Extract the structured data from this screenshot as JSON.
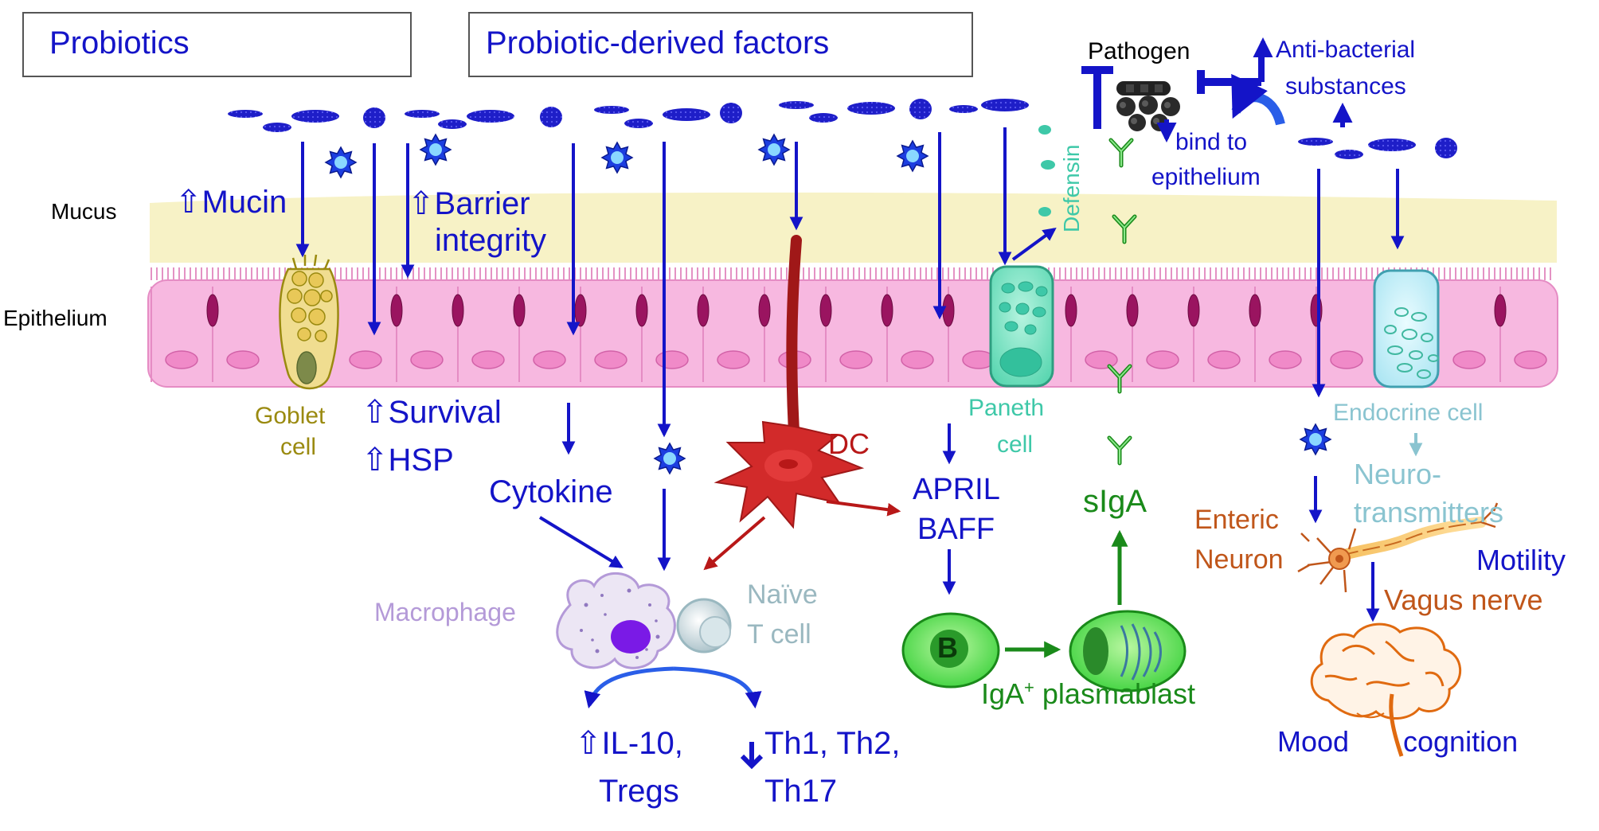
{
  "colors": {
    "blue": "#1414c8",
    "red": "#b81818",
    "green": "#1a8a1a",
    "teal": "#3ec8a8",
    "lightblue": "#8ac4d0",
    "olive": "#9a8a10",
    "orange": "#c0561a",
    "purple": "#b49ad8",
    "gray": "#9ab8c0",
    "mucus": "#f7f2c6",
    "epithelium": "#f7b8e0"
  },
  "legend": {
    "probiotics": "Probiotics",
    "factors": "Probiotic-derived factors"
  },
  "layers": {
    "mucus": "Mucus",
    "epithelium": "Epithelium"
  },
  "effects": {
    "mucin": "⇧Mucin",
    "barrier_1": "⇧Barrier",
    "barrier_2": "integrity",
    "survival": "⇧Survival",
    "hsp": "⇧HSP",
    "cytokine": "Cytokine",
    "il10_1": "⇧IL-10,",
    "il10_2": "Tregs",
    "th_1": "Th1, Th2,",
    "th_2": "Th17",
    "april": "APRIL",
    "baff": "BAFF",
    "siga": "sIgA",
    "plasmablast_pre": "IgA",
    "plasmablast_sup": "+",
    "plasmablast_post": " plasmablast",
    "b_letter": "B",
    "defensin": "Defensin"
  },
  "cells": {
    "goblet_1": "Goblet",
    "goblet_2": "cell",
    "paneth_1": "Paneth",
    "paneth_2": "cell",
    "dc": "DC",
    "macrophage": "Macrophage",
    "naive_1": "Naïve",
    "naive_2": "T cell",
    "endocrine": "Endocrine cell"
  },
  "pathogen": {
    "title": "Pathogen",
    "antibacterial_1": "Anti-bacterial",
    "antibacterial_2": "substances",
    "bind_1": "bind to",
    "bind_2": "epithelium"
  },
  "nervous": {
    "neuro_1": "Neuro-",
    "neuro_2": "transmitters",
    "enteric_1": "Enteric",
    "enteric_2": "Neuron",
    "motility": "Motility",
    "vagus": "Vagus nerve",
    "mood": "Mood",
    "cognition": "cognition"
  }
}
